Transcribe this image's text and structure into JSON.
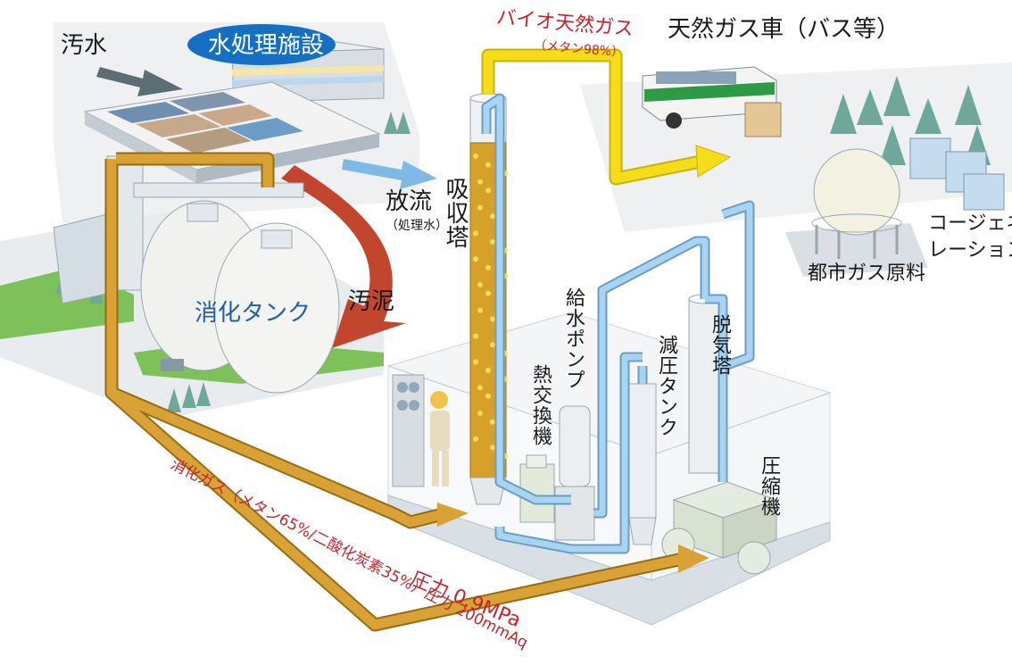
{
  "labels": {
    "sewage": "汚水",
    "water_treatment": "水処理施設",
    "discharge": "放流",
    "discharge_sub": "（処理水）",
    "sludge": "汚泥",
    "digestion_tank": "消化タンク",
    "absorption_tower": "吸収塔",
    "biogas": "バイオ天然ガス",
    "biogas_sub": "（メタン98%）",
    "ngv": "天然ガス車（バス等）",
    "city_gas": "都市ガス原料",
    "cogen_1": "コージェネ",
    "cogen_2": "レーション",
    "feed_pump": "給水ポンプ",
    "heat_exchanger": "熱交換機",
    "decompression_tank": "減圧タンク",
    "degassing_tower": "脱気塔",
    "compressor": "圧縮機",
    "pressure_high": "圧力 0.9MPa",
    "digestion_gas": "消化ガス（メタン65%/二酸化炭素35%）圧力 200mmAq"
  },
  "colors": {
    "digestion_gas_pipe": "#c98a1c",
    "biogas_pipe": "#f5dd1a",
    "water_pipe": "#8cc4ea",
    "sludge_arrow": "#c2452d",
    "discharge_arrow": "#7fb9e6",
    "label_accent": "#c8242b",
    "badge": "#1570c4"
  }
}
